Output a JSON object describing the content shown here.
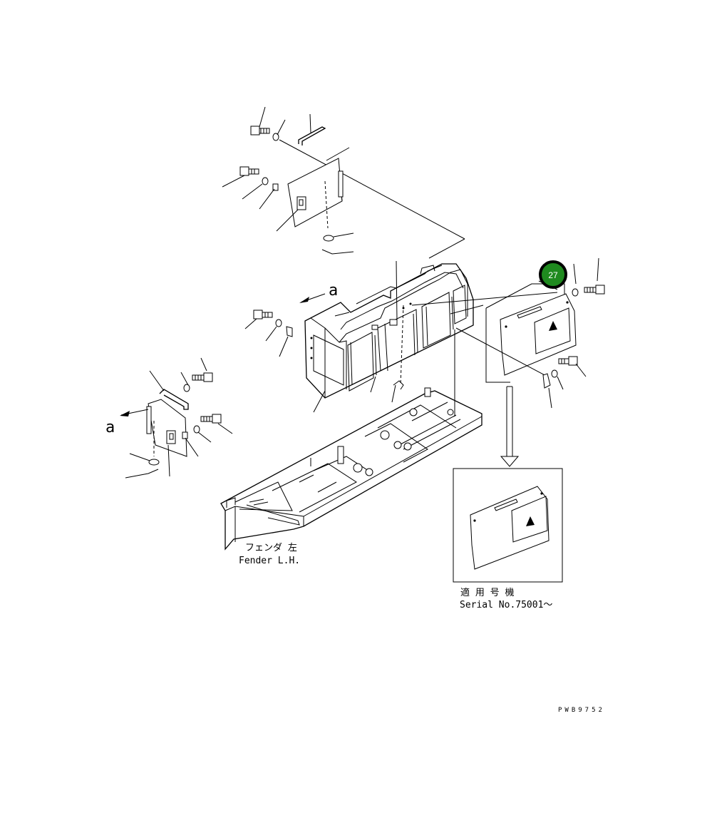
{
  "diagram": {
    "callout": {
      "number": "27",
      "fill": "#1f8a1f",
      "ring": "#000000",
      "text_color": "#ffffff"
    },
    "view_markers": {
      "upper": "a",
      "left": "a"
    },
    "fender_caption": {
      "jp": "フェンダ 左",
      "en": "Fender L.H."
    },
    "serial_caption": {
      "jp": "適 用 号 機",
      "en": "Serial No.75001～"
    },
    "drawing_code": "PWB9752"
  }
}
